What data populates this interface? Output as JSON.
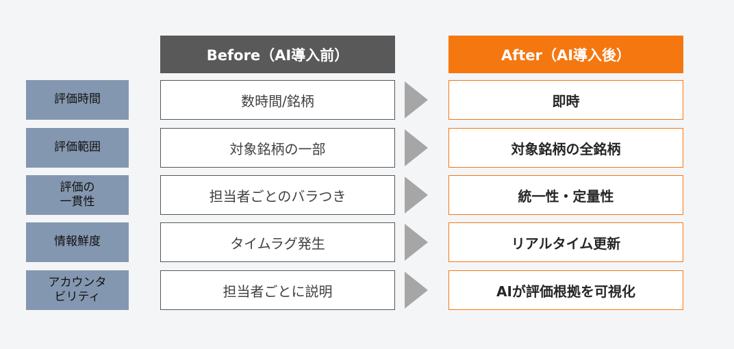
{
  "headers": {
    "before": "Before（AI導入前）",
    "after": "After（AI導入後）"
  },
  "rows": [
    {
      "label": "評価時間",
      "before": "数時間/銘柄",
      "after": "即時"
    },
    {
      "label": "評価範囲",
      "before": "対象銘柄の一部",
      "after": "対象銘柄の全銘柄"
    },
    {
      "label": "評価の\n一貫性",
      "before": "担当者ごとのバラつき",
      "after": "統一性・定量性"
    },
    {
      "label": "情報鮮度",
      "before": "タイムラグ発生",
      "after": "リアルタイム更新"
    },
    {
      "label": "アカウンタ\nビリティ",
      "before": "担当者ごとに説明",
      "after": "AIが評価根拠を可視化"
    }
  ],
  "colors": {
    "background": "#f4f5f7",
    "before_header": "#595959",
    "after_accent": "#f5770f",
    "row_label_bg": "#8497b0",
    "arrow": "#a6a6a6"
  }
}
